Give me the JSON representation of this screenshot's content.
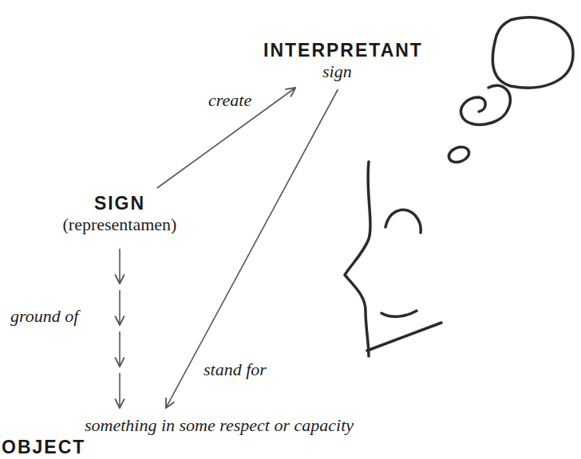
{
  "diagram": {
    "nodes": [
      {
        "text": [
          "INTERPRETANT",
          "sign"
        ]
      },
      {
        "text": [
          "SIGN",
          "(representamen)"
        ]
      },
      {
        "text": [
          "something in some respect or capacity",
          "OBJECT"
        ]
      }
    ],
    "edges": [
      {
        "from": 1,
        "to": 0,
        "arrow": "to",
        "label": "create"
      },
      {
        "from": 1,
        "to": 2,
        "arrow": "to",
        "label": "ground of"
      },
      {
        "from": 0,
        "to": 2,
        "arrow": "to",
        "label": "stand for"
      }
    ]
  }
}
